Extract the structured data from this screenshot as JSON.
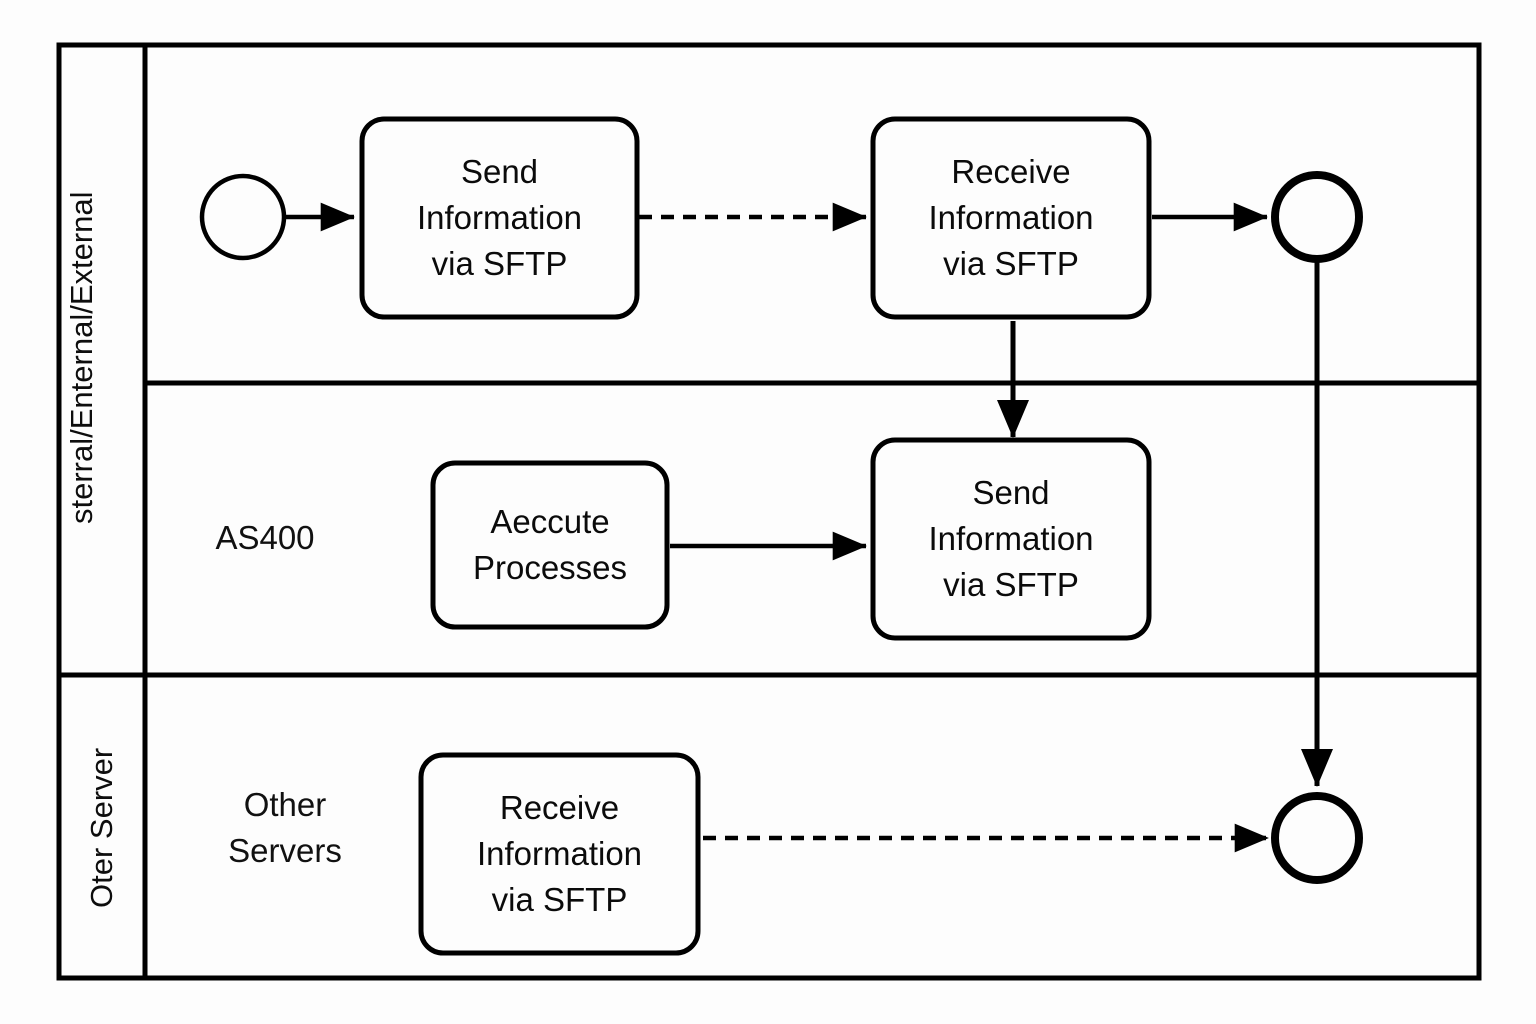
{
  "diagram": {
    "type": "bpmn-pool-with-lanes",
    "stroke_color": "#000000",
    "background_color": "#ffffff",
    "lanes": [
      {
        "id": "lane-external",
        "label": "sterral/Enternal/External",
        "label_orientation": "vertical",
        "label_position": "pool-header-left"
      },
      {
        "id": "lane-as400",
        "label": "AS400",
        "label_orientation": "horizontal",
        "label_position": "inside-lane-left"
      },
      {
        "id": "lane-other-servers",
        "label": "Other\nServers",
        "header_label": "Oter Server",
        "label_orientation": "horizontal",
        "label_position": "inside-lane-left"
      }
    ],
    "nodes": [
      {
        "id": "start-event",
        "kind": "start-event",
        "shape": "circle-thin",
        "lane": "lane-external",
        "label": ""
      },
      {
        "id": "task-send-top",
        "kind": "task",
        "shape": "rounded-rect",
        "lane": "lane-external",
        "label": "Send\nInformation\nvia SFTP"
      },
      {
        "id": "task-receive-top",
        "kind": "task",
        "shape": "rounded-rect",
        "lane": "lane-external",
        "label": "Receive\nInformation\nvia SFTP"
      },
      {
        "id": "end-event-top",
        "kind": "end-event",
        "shape": "circle-thick",
        "lane": "lane-external",
        "label": ""
      },
      {
        "id": "task-execute",
        "kind": "task",
        "shape": "rounded-rect",
        "lane": "lane-as400",
        "label": "Aeccute\nProcesses"
      },
      {
        "id": "task-send-mid",
        "kind": "task",
        "shape": "rounded-rect",
        "lane": "lane-as400",
        "label": "Send\nInformation\nvia SFTP"
      },
      {
        "id": "task-receive-bottom",
        "kind": "task",
        "shape": "rounded-rect",
        "lane": "lane-other-servers",
        "label": "Receive\nInformation\nvia SFTP"
      },
      {
        "id": "end-event-bottom",
        "kind": "end-event",
        "shape": "circle-thick",
        "lane": "lane-other-servers",
        "label": ""
      }
    ],
    "connections": [
      {
        "id": "flow-start-to-send",
        "from": "start-event",
        "to": "task-send-top",
        "style": "solid",
        "direction": "right",
        "label": ""
      },
      {
        "id": "flow-send-to-receive",
        "from": "task-send-top",
        "to": "task-receive-top",
        "style": "dashed",
        "direction": "right",
        "label": ""
      },
      {
        "id": "flow-receive-to-end",
        "from": "task-receive-top",
        "to": "end-event-top",
        "style": "solid",
        "direction": "right",
        "label": ""
      },
      {
        "id": "flow-receive-to-send-mid",
        "from": "task-receive-top",
        "to": "task-send-mid",
        "style": "solid",
        "direction": "down",
        "label": ""
      },
      {
        "id": "flow-execute-to-send-mid",
        "from": "task-execute",
        "to": "task-send-mid",
        "style": "solid",
        "direction": "right",
        "label": ""
      },
      {
        "id": "flow-end-top-to-end-bottom",
        "from": "end-event-top",
        "to": "end-event-bottom",
        "style": "solid",
        "direction": "down",
        "label": ""
      },
      {
        "id": "flow-receive-bottom-to-end",
        "from": "task-receive-bottom",
        "to": "end-event-bottom",
        "style": "dashed",
        "direction": "right",
        "label": ""
      }
    ]
  }
}
